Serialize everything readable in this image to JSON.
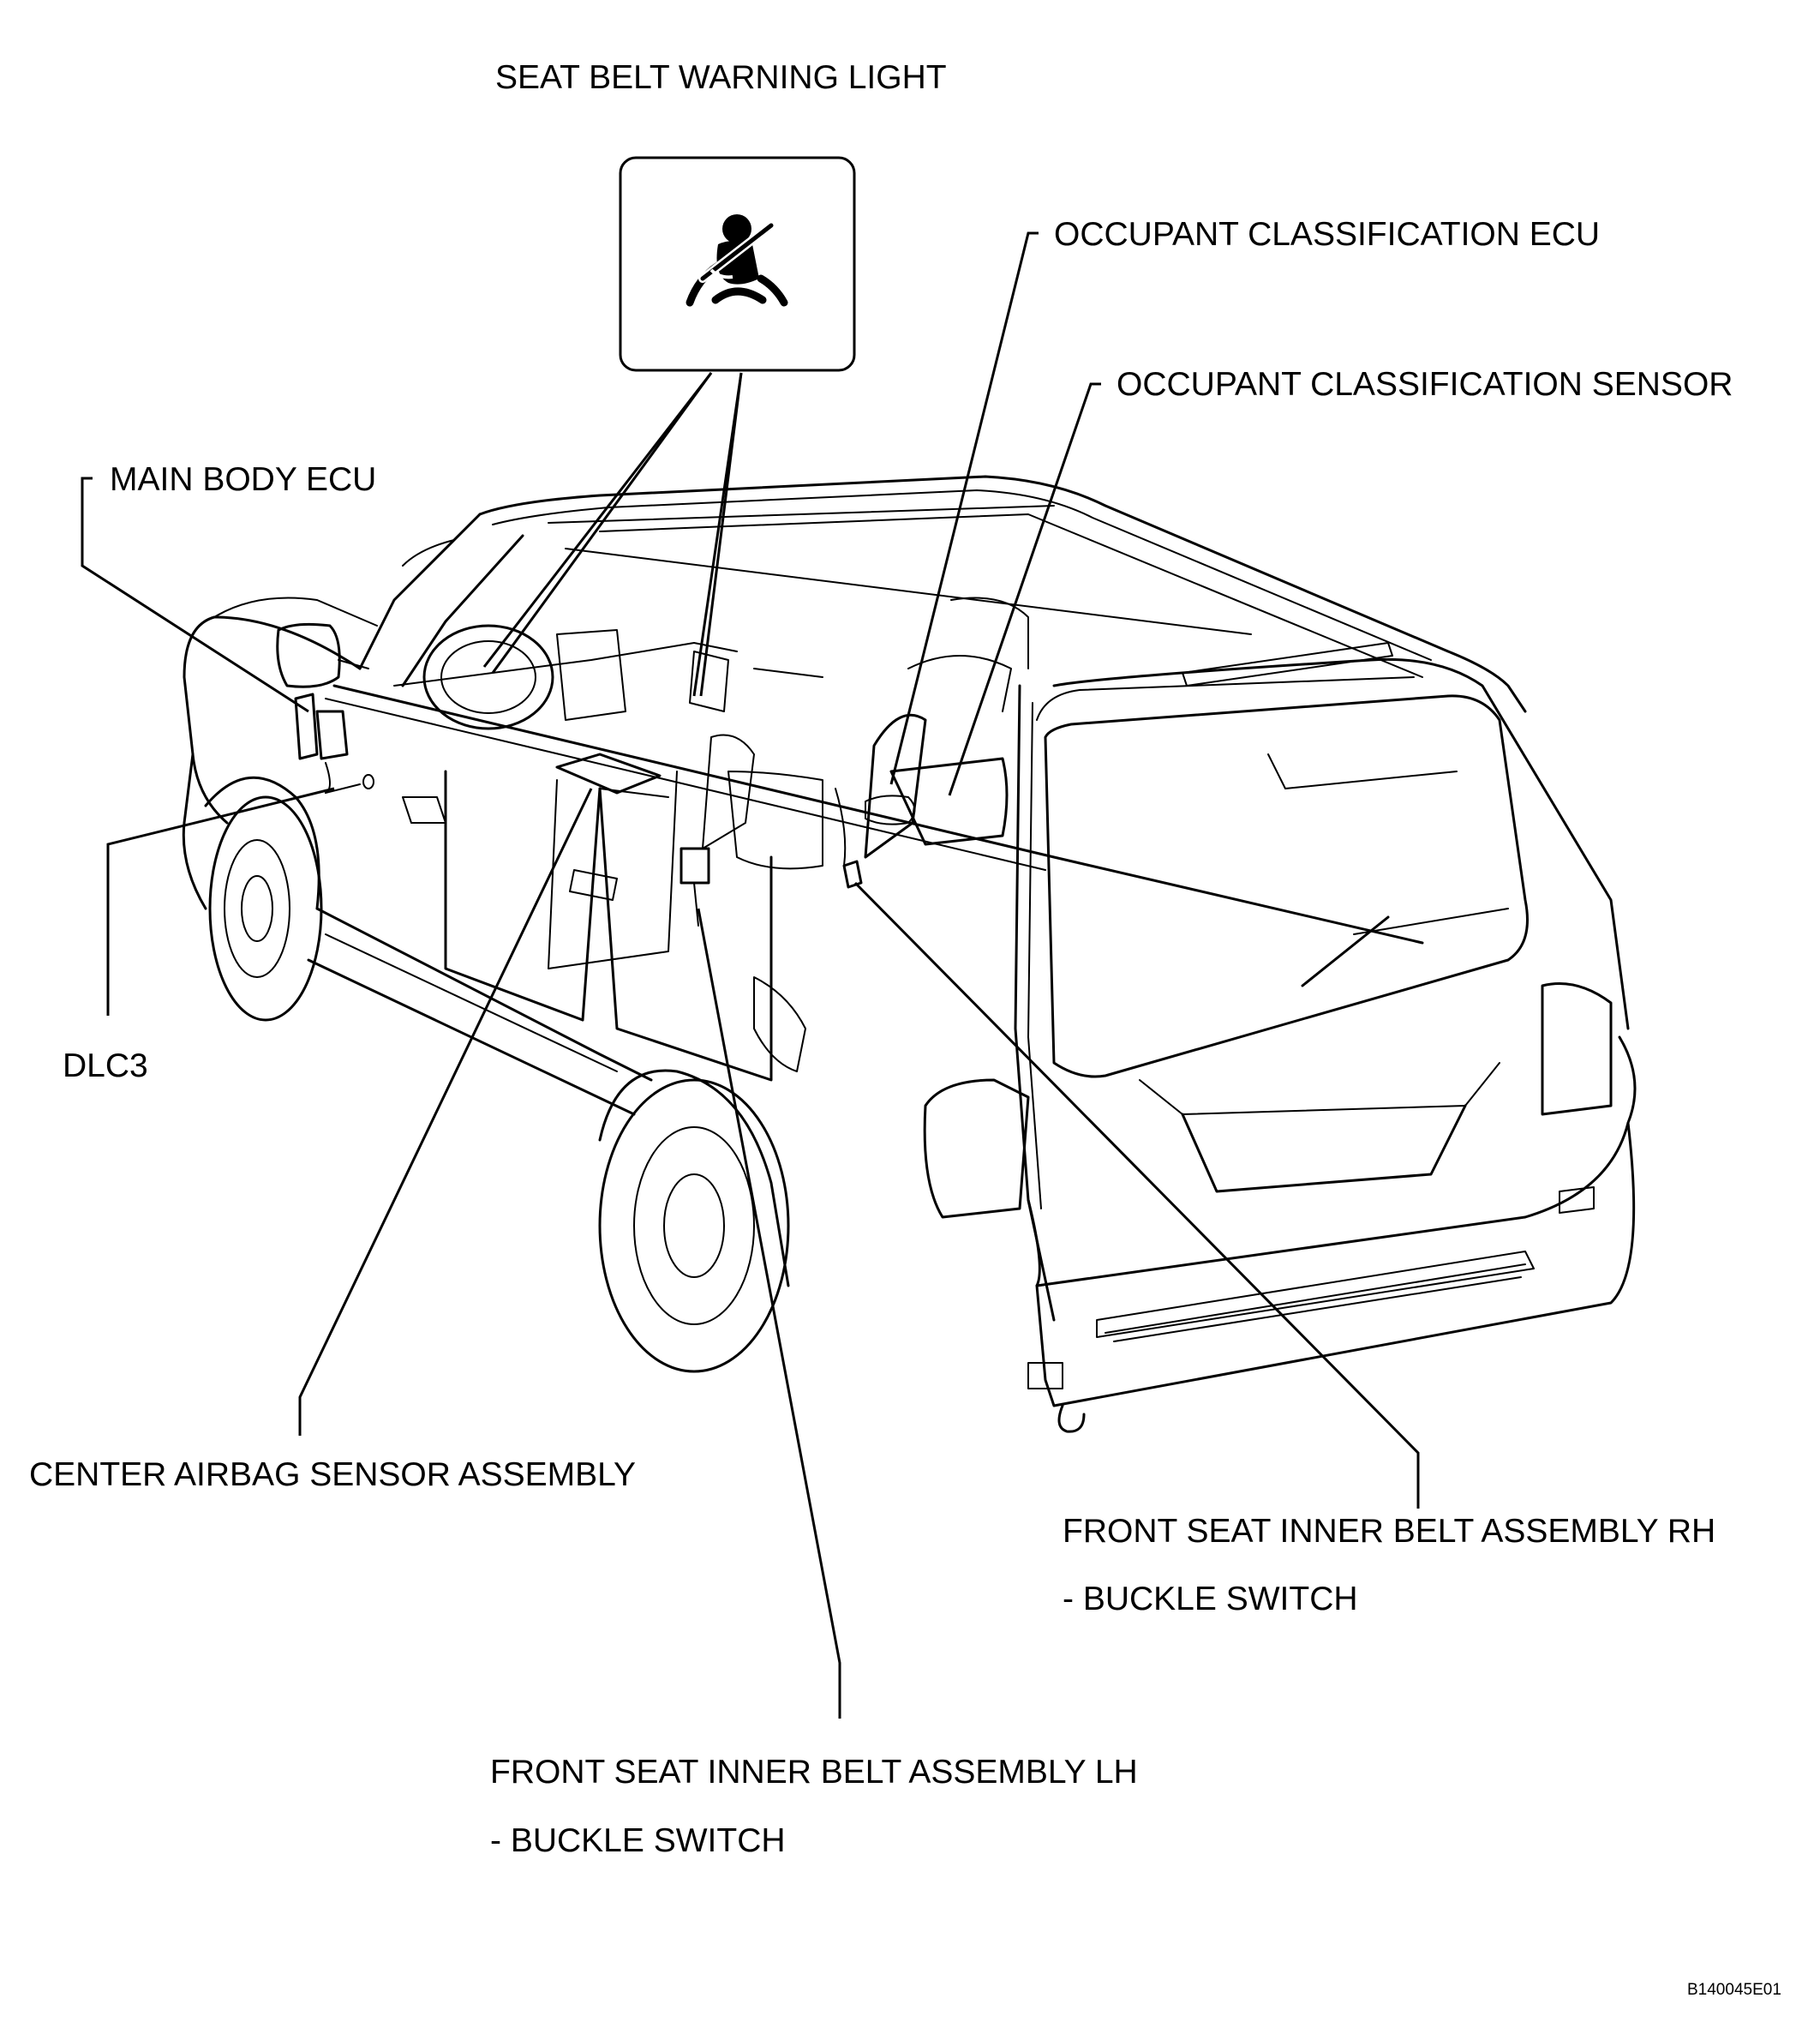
{
  "figure_code": "B140045E01",
  "labels": {
    "seat_belt_warning_light": "SEAT BELT WARNING LIGHT",
    "occupant_classification_ecu": "OCCUPANT CLASSIFICATION ECU",
    "occupant_classification_sensor": "OCCUPANT CLASSIFICATION SENSOR",
    "main_body_ecu": "MAIN BODY ECU",
    "dlc3": "DLC3",
    "center_airbag_sensor_assembly": "CENTER AIRBAG SENSOR ASSEMBLY",
    "front_seat_inner_belt_rh": "FRONT SEAT INNER BELT ASSEMBLY RH",
    "front_seat_inner_belt_rh_sub": "- BUCKLE SWITCH",
    "front_seat_inner_belt_lh": "FRONT SEAT INNER BELT ASSEMBLY LH",
    "front_seat_inner_belt_lh_sub": "- BUCKLE SWITCH"
  },
  "icons": {
    "warning_light_symbol": "seat-belt-icon",
    "vehicle": "suv-illustration"
  }
}
